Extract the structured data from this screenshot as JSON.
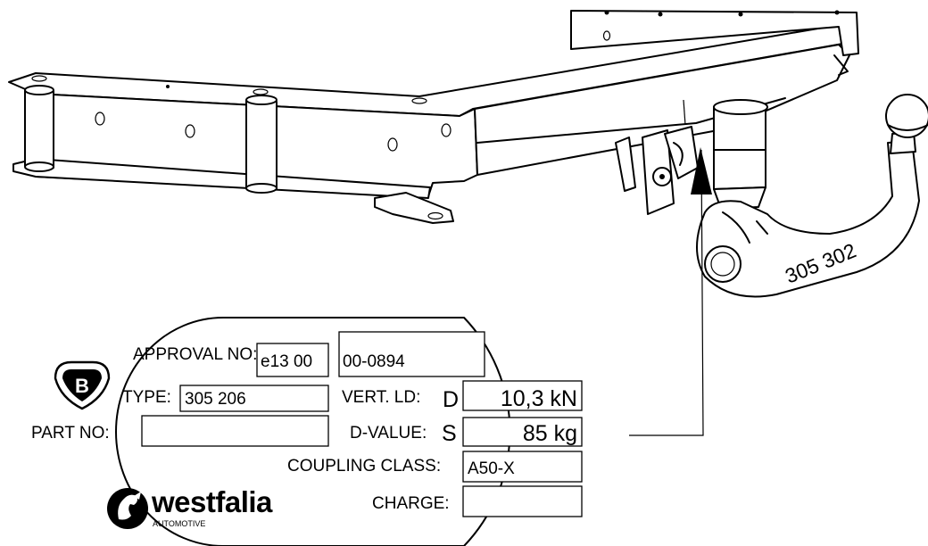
{
  "hitch": {
    "engraving": "305 302"
  },
  "plate": {
    "approval_label": "APPROVAL NO:",
    "approval_prefix": "e13 00",
    "approval_number": "00-0894",
    "type_label": "TYPE:",
    "type_value": "305 206",
    "part_label": "PART NO:",
    "part_value": "",
    "vert_label": "VERT. LD:",
    "vert_letter": "D",
    "vert_value": "10,3 kN",
    "dvalue_label": "D-VALUE:",
    "dvalue_letter": "S",
    "dvalue_value": "85 kg",
    "class_label": "COUPLING CLASS:",
    "class_value": "A50-X",
    "charge_label": "CHARGE:",
    "charge_value": "",
    "badge_letter": "B"
  },
  "brand": {
    "name": "westfalia",
    "tagline": "AUTOMOTIVE"
  }
}
